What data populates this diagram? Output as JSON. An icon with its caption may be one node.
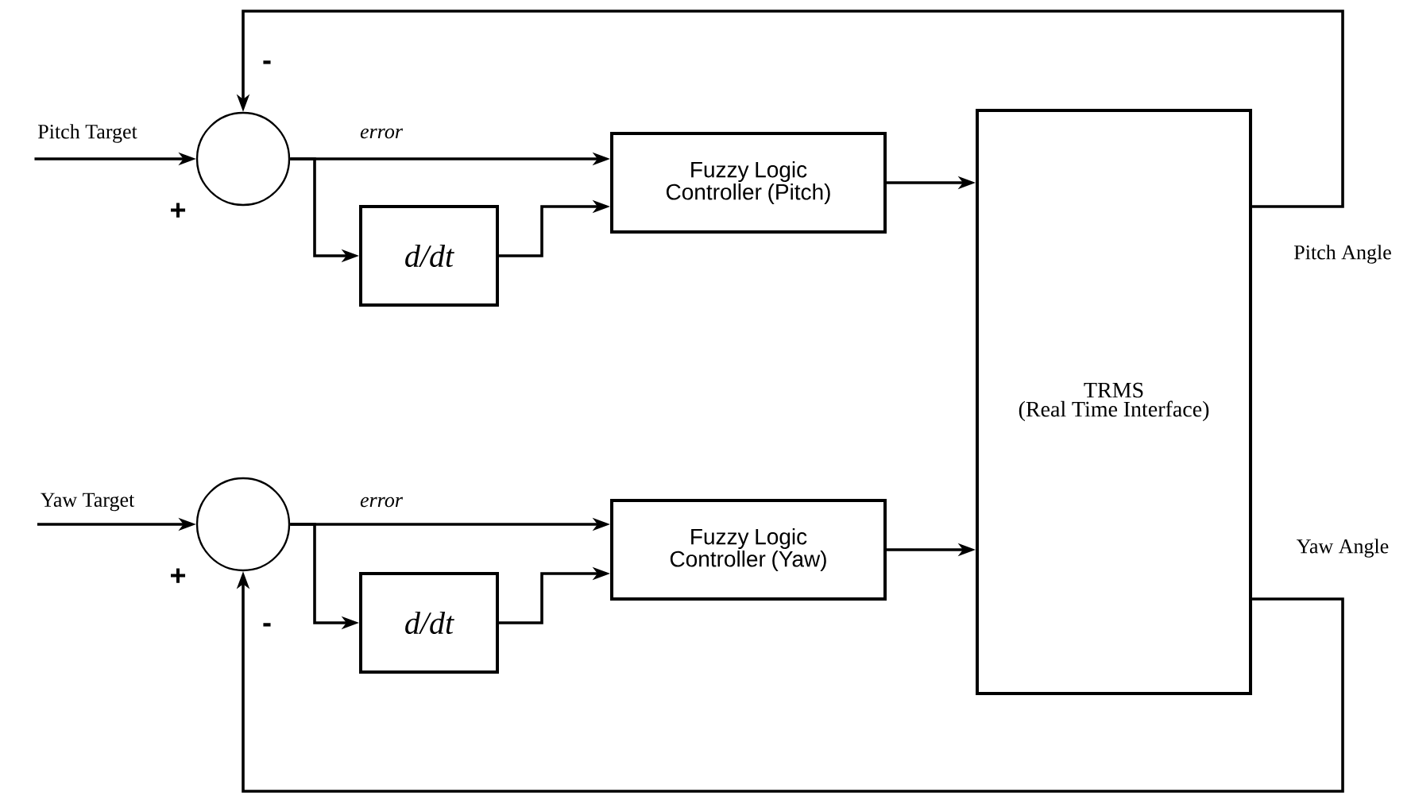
{
  "diagram": {
    "nodes": [
      {
        "text": [
          "Pitch Target"
        ]
      },
      {
        "text": [],
        "shape": "circle"
      },
      {
        "text": [
          "d/dt"
        ]
      },
      {
        "text": [
          "Fuzzy Logic Controller (Pitch)"
        ]
      },
      {
        "text": [
          "TRMS",
          "(Real Time Interface)"
        ]
      },
      {
        "text": [
          "Yaw Target"
        ]
      },
      {
        "text": [],
        "shape": "circle"
      },
      {
        "text": [
          "d/dt"
        ]
      },
      {
        "text": [
          "Fuzzy Logic Controller (Yaw)"
        ]
      }
    ],
    "edges": [
      {
        "from": 0,
        "to": 1,
        "arrow": "to"
      },
      {
        "from": 1,
        "to": 3,
        "arrow": "to",
        "label": "error"
      },
      {
        "from": 1,
        "to": 2,
        "arrow": "to"
      },
      {
        "from": 2,
        "to": 3,
        "arrow": "to"
      },
      {
        "from": 3,
        "to": 4,
        "arrow": "to"
      },
      {
        "from": 4,
        "to": 1,
        "arrow": "to"
      },
      {
        "from": 5,
        "to": 6,
        "arrow": "to"
      },
      {
        "from": 6,
        "to": 8,
        "arrow": "to",
        "label": "error"
      },
      {
        "from": 6,
        "to": 7,
        "arrow": "to"
      },
      {
        "from": 7,
        "to": 8,
        "arrow": "to"
      },
      {
        "from": 8,
        "to": 4,
        "arrow": "to"
      },
      {
        "from": 4,
        "to": 6,
        "arrow": "to"
      }
    ],
    "labels": [
      "-",
      "+",
      "Pitch Angle",
      "Yaw Angle",
      "+",
      "-"
    ]
  }
}
